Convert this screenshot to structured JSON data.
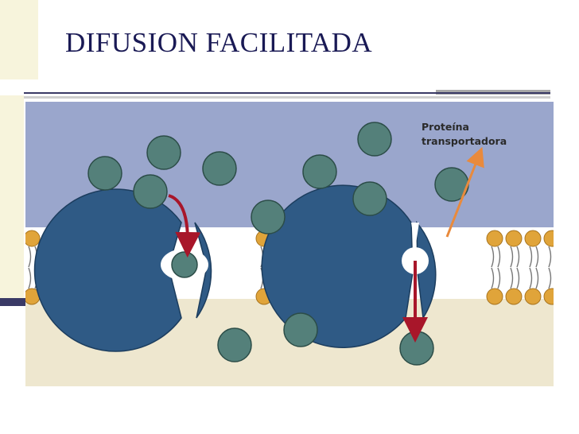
{
  "slide": {
    "title": "DIFUSION FACILITADA"
  },
  "diagram": {
    "label_protein": [
      "Proteína",
      "transportadora"
    ],
    "colors": {
      "extracellular": "#9aa6cc",
      "intracellular": "#eee7cf",
      "lipid_head": "#e0a43a",
      "protein": "#2f5a85",
      "molecule": "#54807a",
      "arrow_red": "#a8162a",
      "arrow_orange": "#e98a3c"
    }
  }
}
